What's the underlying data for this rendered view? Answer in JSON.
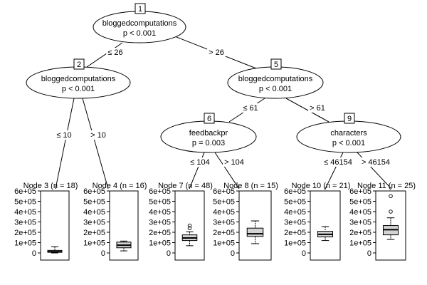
{
  "inner_nodes": [
    {
      "id": "1",
      "variable": "bloggedcomputations",
      "p": "p < 0.001"
    },
    {
      "id": "2",
      "variable": "bloggedcomputations",
      "p": "p < 0.001"
    },
    {
      "id": "5",
      "variable": "bloggedcomputations",
      "p": "p < 0.001"
    },
    {
      "id": "6",
      "variable": "feedbackpr",
      "p": "p = 0.003"
    },
    {
      "id": "9",
      "variable": "characters",
      "p": "p < 0.001"
    }
  ],
  "edges": [
    {
      "from": "1",
      "to": "2",
      "label": "≤ 26"
    },
    {
      "from": "1",
      "to": "5",
      "label": "> 26"
    },
    {
      "from": "2",
      "to": "3",
      "label": "≤ 10"
    },
    {
      "from": "2",
      "to": "4",
      "label": "> 10"
    },
    {
      "from": "5",
      "to": "6",
      "label": "≤ 61"
    },
    {
      "from": "5",
      "to": "9",
      "label": "> 61"
    },
    {
      "from": "6",
      "to": "7",
      "label": "≤ 104"
    },
    {
      "from": "6",
      "to": "8",
      "label": "> 104"
    },
    {
      "from": "9",
      "to": "10",
      "label": "≤ 46154"
    },
    {
      "from": "9",
      "to": "11",
      "label": "> 46154"
    }
  ],
  "y_ticks": [
    "0",
    "1e+05",
    "2e+05",
    "3e+05",
    "4e+05",
    "5e+05",
    "6e+05"
  ],
  "y_range": [
    0,
    600000
  ],
  "terminal_nodes": [
    {
      "id": "3",
      "title": "Node 3 (n = 18)",
      "box": {
        "min": 0,
        "q1": 6000,
        "median": 12000,
        "q3": 25000,
        "max": 60000
      },
      "outliers": []
    },
    {
      "id": "4",
      "title": "Node 4 (n = 16)",
      "box": {
        "min": 20000,
        "q1": 50000,
        "median": 75000,
        "q3": 105000,
        "max": 115000
      },
      "outliers": []
    },
    {
      "id": "7",
      "title": "Node 7 (n = 48)",
      "box": {
        "min": 70000,
        "q1": 120000,
        "median": 145000,
        "q3": 175000,
        "max": 205000
      },
      "outliers": [
        240000,
        265000
      ]
    },
    {
      "id": "8",
      "title": "Node 8 (n = 15)",
      "box": {
        "min": 90000,
        "q1": 160000,
        "median": 185000,
        "q3": 240000,
        "max": 310000
      },
      "outliers": []
    },
    {
      "id": "10",
      "title": "Node 10 (n = 21)",
      "box": {
        "min": 120000,
        "q1": 155000,
        "median": 180000,
        "q3": 210000,
        "max": 255000
      },
      "outliers": []
    },
    {
      "id": "11",
      "title": "Node 11 (n = 25)",
      "box": {
        "min": 130000,
        "q1": 175000,
        "median": 225000,
        "q3": 265000,
        "max": 340000
      },
      "outliers": [
        400000,
        550000
      ]
    }
  ]
}
